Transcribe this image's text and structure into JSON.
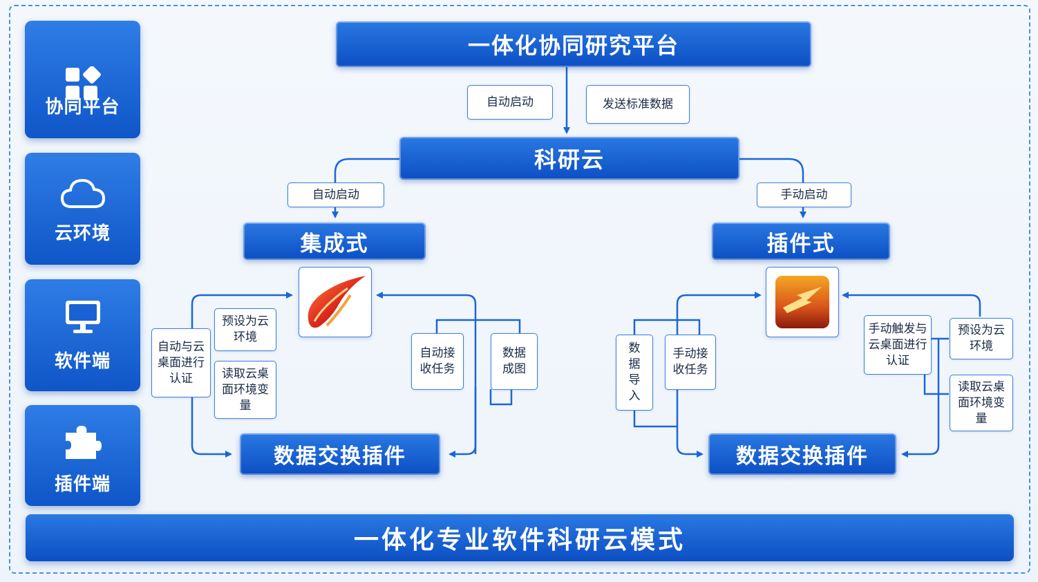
{
  "sidebar": {
    "items": [
      {
        "label": "协同平台",
        "icon": "apps-grid-icon"
      },
      {
        "label": "云环境",
        "icon": "cloud-icon"
      },
      {
        "label": "软件端",
        "icon": "monitor-icon"
      },
      {
        "label": "插件端",
        "icon": "puzzle-icon"
      }
    ]
  },
  "diagram": {
    "platform": "一体化协同研究平台",
    "top_tags": {
      "auto_start": "自动启动",
      "send_data": "发送标准数据"
    },
    "cloud": "科研云",
    "left_branch": {
      "tag": "自动启动",
      "mode": "集成式",
      "logo_icon": "integrated-software-logo-icon",
      "steps": {
        "auth": "自动与云桌面进行认证",
        "preset": "预设为云环境",
        "read_vars": "读取云桌面环境变量",
        "auto_receive": "自动接收任务",
        "data_chart": "数据成图"
      },
      "plugin": "数据交换插件"
    },
    "right_branch": {
      "tag": "手动启动",
      "mode": "插件式",
      "logo_icon": "plugin-software-logo-icon",
      "steps": {
        "import": "数据导入",
        "manual_receive": "手动接收任务",
        "manual_auth": "手动触发与云桌面进行认证",
        "preset": "预设为云环境",
        "read_vars": "读取云桌面环境变量"
      },
      "plugin": "数据交换插件"
    },
    "footer": "一体化专业软件科研云模式"
  },
  "colors": {
    "primary": "#0f56c8",
    "line": "#1a66d6",
    "tag_border": "#3d7fd8"
  }
}
